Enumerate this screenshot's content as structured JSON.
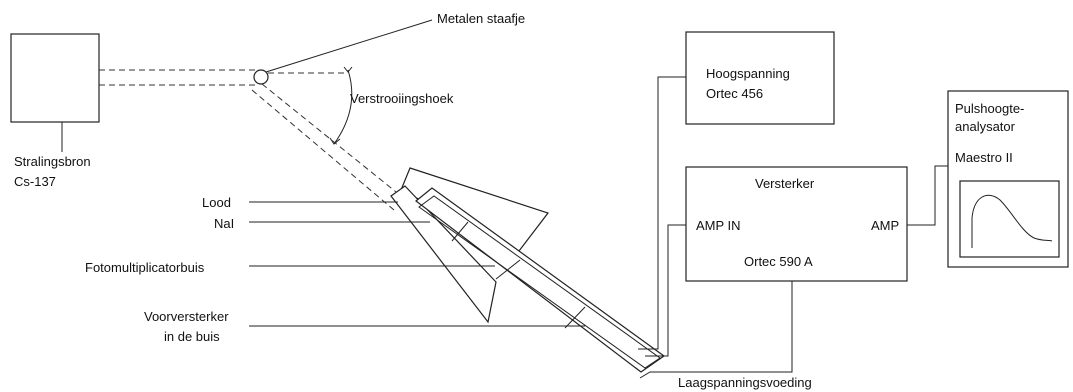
{
  "source_box": {
    "label_line1": "Stralingsbron",
    "label_line2": "Cs-137"
  },
  "rod_label": "Metalen staafje",
  "angle_label": "Verstrooiingshoek",
  "detector_labels": {
    "lood": "Lood",
    "nai": "NaI",
    "pmt": "Fotomultiplicatorbuis",
    "preamp_line1": "Voorversterker",
    "preamp_line2": "in de buis"
  },
  "high_voltage": {
    "line1": "Hoogspanning",
    "line2": "Ortec 456"
  },
  "amplifier": {
    "title": "Versterker",
    "input": "AMP IN",
    "output": "AMP",
    "model": "Ortec 590 A"
  },
  "analyzer": {
    "line1": "Pulshoogte-",
    "line2": "analysator",
    "line3": "Maestro II"
  },
  "low_voltage_label": "Laagspanningsvoeding"
}
